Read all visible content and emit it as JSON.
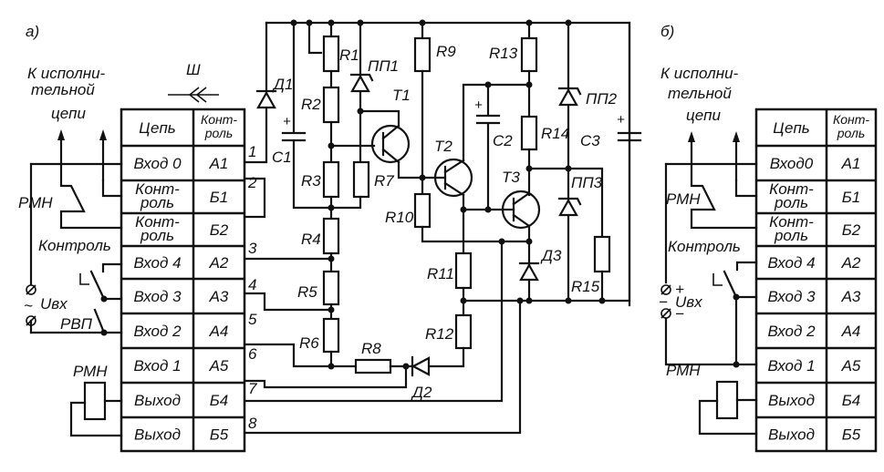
{
  "diagram": {
    "part_a": {
      "label": "а)",
      "executive_circuit_label": [
        "К исполни-",
        "тельной",
        "цепи"
      ],
      "connector_label": "Ш",
      "relay_contact_label": "РМН",
      "control_button_label": "Контроль",
      "input_voltage_label": "Uвх",
      "input_voltage_symbol": "~",
      "rvp_label": "РВП",
      "relay_coil_label": "РМН",
      "table": {
        "headers": [
          "Цепь",
          "Конт-роль"
        ],
        "header_lines": [
          [
            "Цепь"
          ],
          [
            "Конт-",
            "роль"
          ]
        ],
        "rows": [
          {
            "circuit": [
              "Вход 0"
            ],
            "control": "А1"
          },
          {
            "circuit": [
              "Конт-",
              "роль"
            ],
            "control": "Б1"
          },
          {
            "circuit": [
              "Конт-",
              "роль"
            ],
            "control": "Б2"
          },
          {
            "circuit": [
              "Вход 4"
            ],
            "control": "А2"
          },
          {
            "circuit": [
              "Вход 3"
            ],
            "control": "А3"
          },
          {
            "circuit": [
              "Вход 2"
            ],
            "control": "А4"
          },
          {
            "circuit": [
              "Вход 1"
            ],
            "control": "А5"
          },
          {
            "circuit": [
              "Выход"
            ],
            "control": "Б4"
          },
          {
            "circuit": [
              "Выход"
            ],
            "control": "Б5"
          }
        ]
      },
      "pin_numbers": [
        "1",
        "2",
        "3",
        "4",
        "5",
        "6",
        "7",
        "8"
      ]
    },
    "circuit": {
      "resistors": [
        "R1",
        "R2",
        "R3",
        "R4",
        "R5",
        "R6",
        "R7",
        "R8",
        "R9",
        "R10",
        "R11",
        "R12",
        "R13",
        "R14",
        "R15"
      ],
      "capacitors": [
        "C1",
        "C2",
        "C3"
      ],
      "capacitor_polarity": "+",
      "transistors": [
        "T1",
        "T2",
        "T3"
      ],
      "diodes": [
        "Д1",
        "Д2",
        "Д3"
      ],
      "zener_diodes": [
        "ПП1",
        "ПП2",
        "ПП3"
      ]
    },
    "part_b": {
      "label": "б)",
      "executive_circuit_label": [
        "К исполни-",
        "тельной",
        "цепи"
      ],
      "relay_contact_label": "РМН",
      "control_button_label": "Контроль",
      "input_voltage_label": "Uвх",
      "plus": "+",
      "minus": "−",
      "relay_coil_label": "РМН",
      "table": {
        "header_lines": [
          [
            "Цепь"
          ],
          [
            "Конт-",
            "роль"
          ]
        ],
        "rows": [
          {
            "circuit": [
              "Вход0"
            ],
            "control": "А1"
          },
          {
            "circuit": [
              "Конт-",
              "роль"
            ],
            "control": "Б1"
          },
          {
            "circuit": [
              "Конт-",
              "роль"
            ],
            "control": "Б2"
          },
          {
            "circuit": [
              "Вход 4"
            ],
            "control": "А2"
          },
          {
            "circuit": [
              "Вход 3"
            ],
            "control": "А3"
          },
          {
            "circuit": [
              "Вход 2"
            ],
            "control": "А4"
          },
          {
            "circuit": [
              "Вход 1"
            ],
            "control": "А5"
          },
          {
            "circuit": [
              "Выход"
            ],
            "control": "Б4"
          },
          {
            "circuit": [
              "Выход"
            ],
            "control": "Б5"
          }
        ]
      }
    }
  }
}
